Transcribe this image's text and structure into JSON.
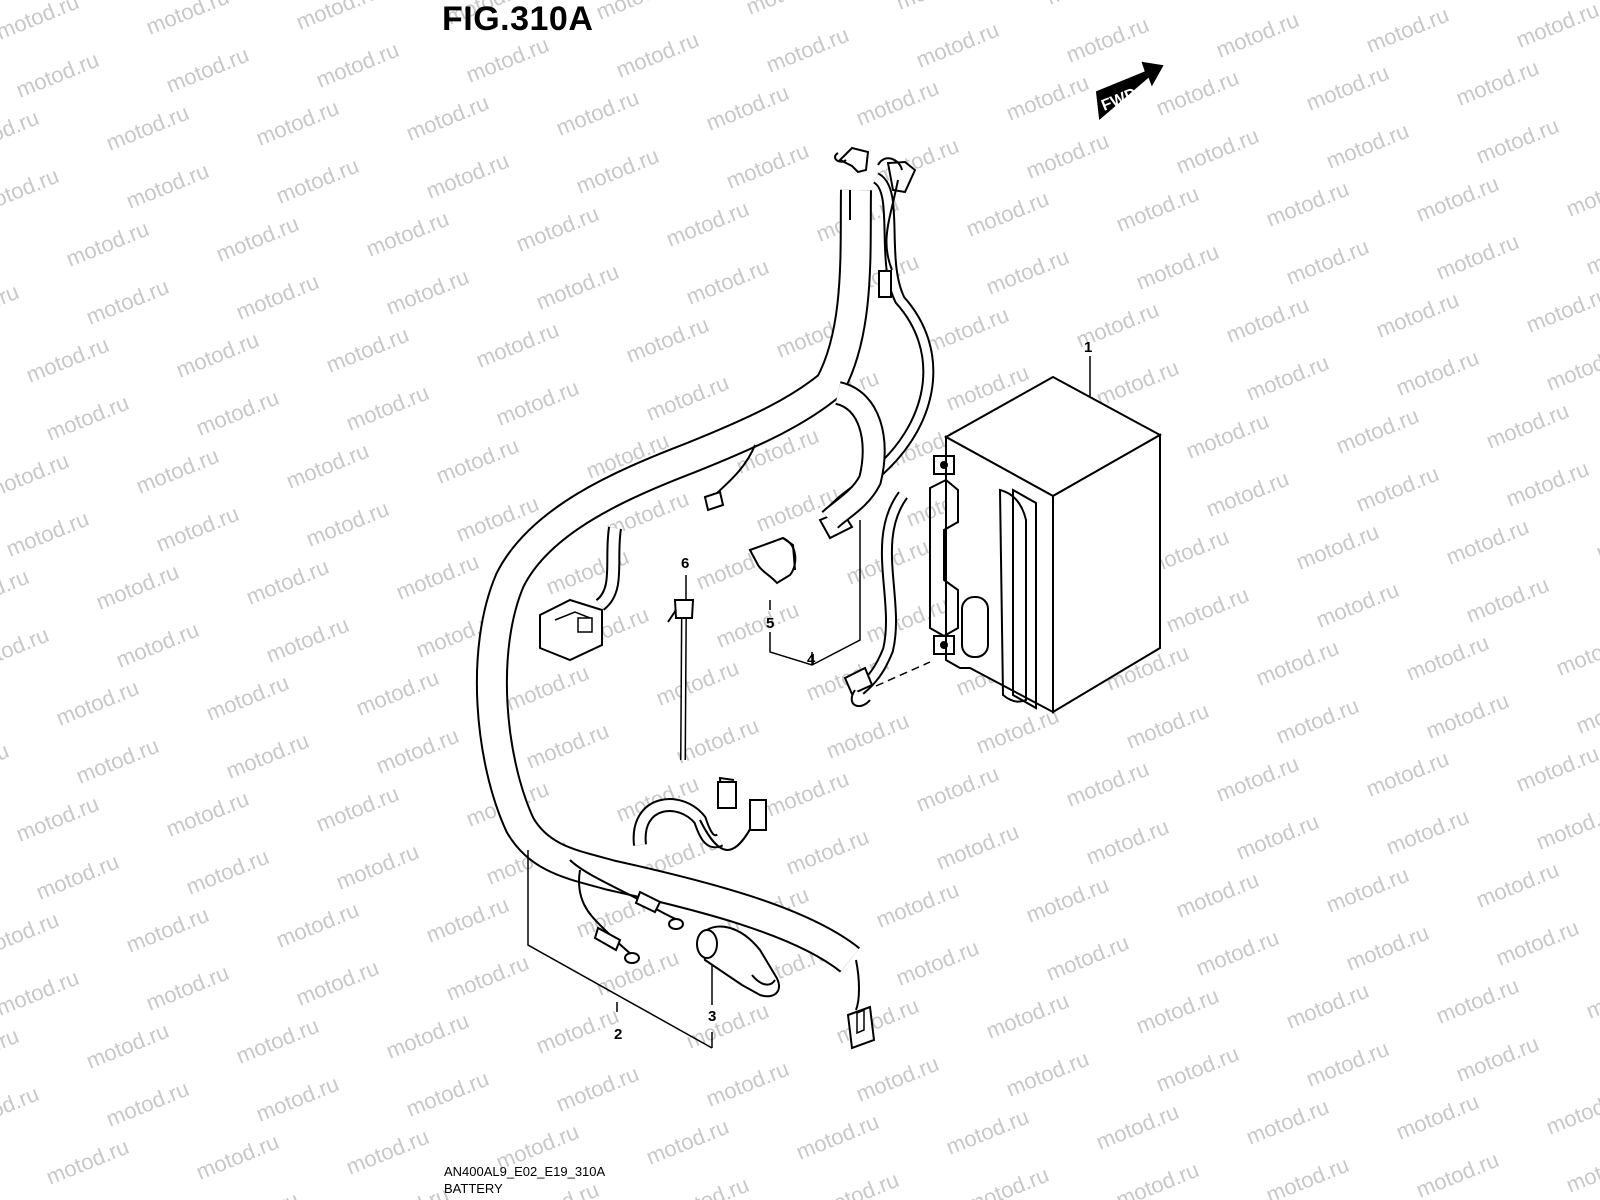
{
  "figure": {
    "title": "FIG.310A",
    "fwd_label": "FWD",
    "watermark": "motod.ru",
    "code": "AN400AL9_E02_E19_310A",
    "name": "BATTERY"
  },
  "callouts": [
    {
      "id": "1",
      "part": "battery"
    },
    {
      "id": "2",
      "part": "wiring-harness"
    },
    {
      "id": "3",
      "part": "terminal-cap"
    },
    {
      "id": "4",
      "part": "battery-lead"
    },
    {
      "id": "5",
      "part": "terminal-cover"
    },
    {
      "id": "6",
      "part": "cable-tie"
    }
  ],
  "colors": {
    "line": "#000000",
    "watermark": "#c8c8c8",
    "background": "#ffffff"
  }
}
